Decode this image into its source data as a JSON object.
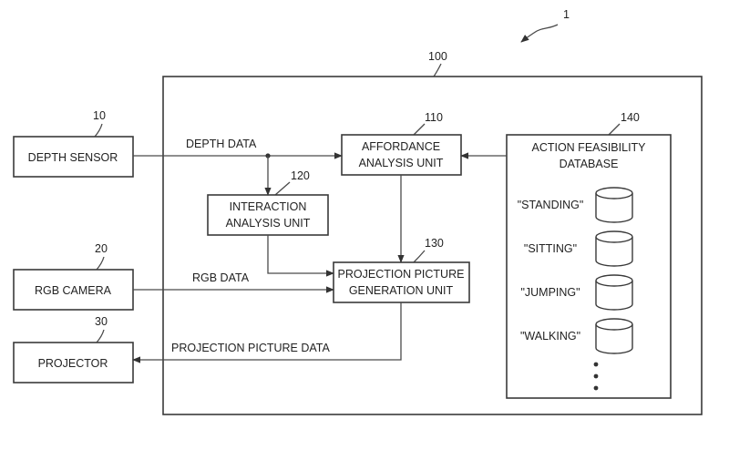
{
  "figure_ref": "1",
  "system": {
    "ref": "100"
  },
  "depth_sensor": {
    "ref": "10",
    "label": "DEPTH SENSOR"
  },
  "rgb_camera": {
    "ref": "20",
    "label": "RGB CAMERA"
  },
  "projector": {
    "ref": "30",
    "label": "PROJECTOR"
  },
  "affordance": {
    "ref": "110",
    "line1": "AFFORDANCE",
    "line2": "ANALYSIS UNIT"
  },
  "interaction": {
    "ref": "120",
    "line1": "INTERACTION",
    "line2": "ANALYSIS UNIT"
  },
  "projection_gen": {
    "ref": "130",
    "line1": "PROJECTION PICTURE",
    "line2": "GENERATION UNIT"
  },
  "database": {
    "ref": "140",
    "line1": "ACTION FEASIBILITY",
    "line2": "DATABASE",
    "entries": [
      "\"STANDING\"",
      "\"SITTING\"",
      "\"JUMPING\"",
      "\"WALKING\""
    ]
  },
  "flows": {
    "depth_data": "DEPTH DATA",
    "rgb_data": "RGB DATA",
    "projection_picture_data": "PROJECTION PICTURE DATA"
  }
}
